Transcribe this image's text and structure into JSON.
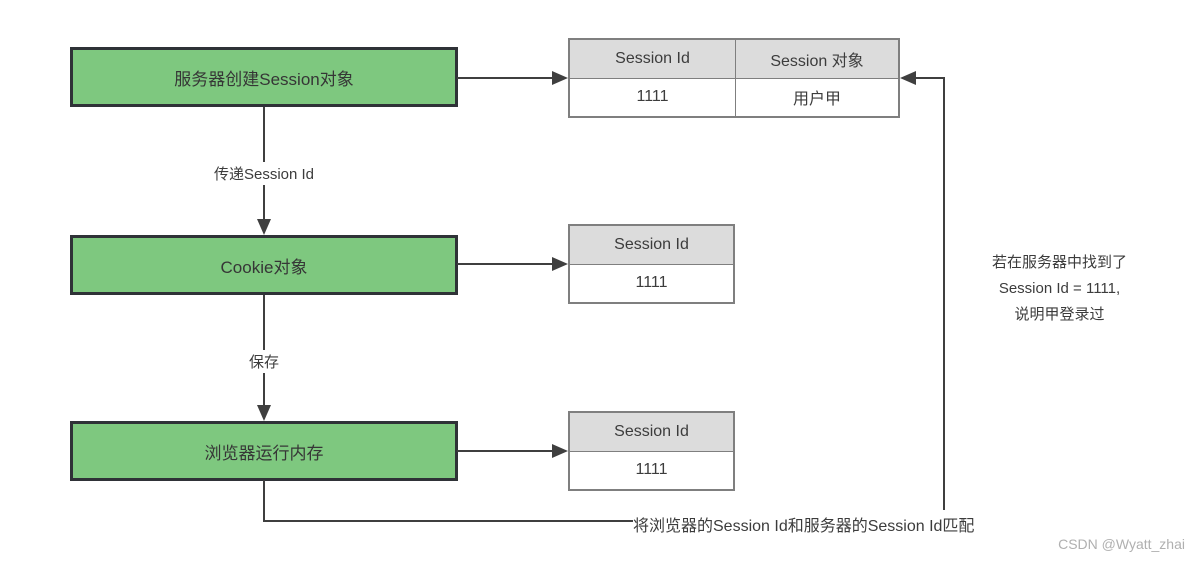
{
  "diagram": {
    "boxes": {
      "server": "服务器创建Session对象",
      "cookie": "Cookie对象",
      "browser": "浏览器运行内存"
    },
    "edge_labels": {
      "pass_session_id": "传递Session Id",
      "save": "保存",
      "match": "将浏览器的Session Id和服务器的Session Id匹配"
    },
    "tables": [
      {
        "headers": [
          "Session Id",
          "Session 对象"
        ],
        "rows": [
          [
            "1111",
            "用户甲"
          ]
        ]
      },
      {
        "headers": [
          "Session Id"
        ],
        "rows": [
          [
            "1111"
          ]
        ]
      },
      {
        "headers": [
          "Session Id"
        ],
        "rows": [
          [
            "1111"
          ]
        ]
      }
    ],
    "note_lines": [
      "若在服务器中找到了",
      "Session Id = 1111,",
      "说明甲登录过"
    ],
    "watermark": "CSDN @Wyatt_zhai",
    "colors": {
      "box_fill": "#7ec87f",
      "box_border": "#2f3237",
      "table_header_fill": "#dcdcdc",
      "table_border": "#7f7f7f",
      "line": "#3f3f3f",
      "text": "#3c3c3c",
      "watermark": "#b0b0b0"
    }
  }
}
